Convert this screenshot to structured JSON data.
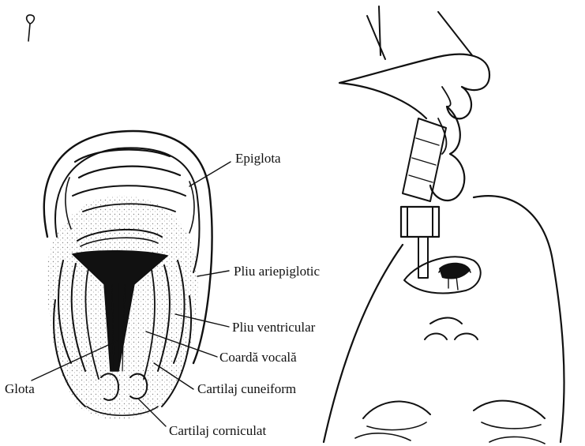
{
  "colors": {
    "ink": "#111111",
    "paper": "#ffffff",
    "stipple": "#8a8a8a"
  },
  "labels": {
    "epiglota": "Epiglota",
    "pliu_ariepiglotic": "Pliu ariepiglotic",
    "pliu_ventricular": "Pliu ventricular",
    "coarda_vocala": "Coardă vocală",
    "glota": "Glota",
    "cartilaj_cuneiform": "Cartilaj cuneiform",
    "cartilaj_corniculat": "Cartilaj corniculat"
  }
}
